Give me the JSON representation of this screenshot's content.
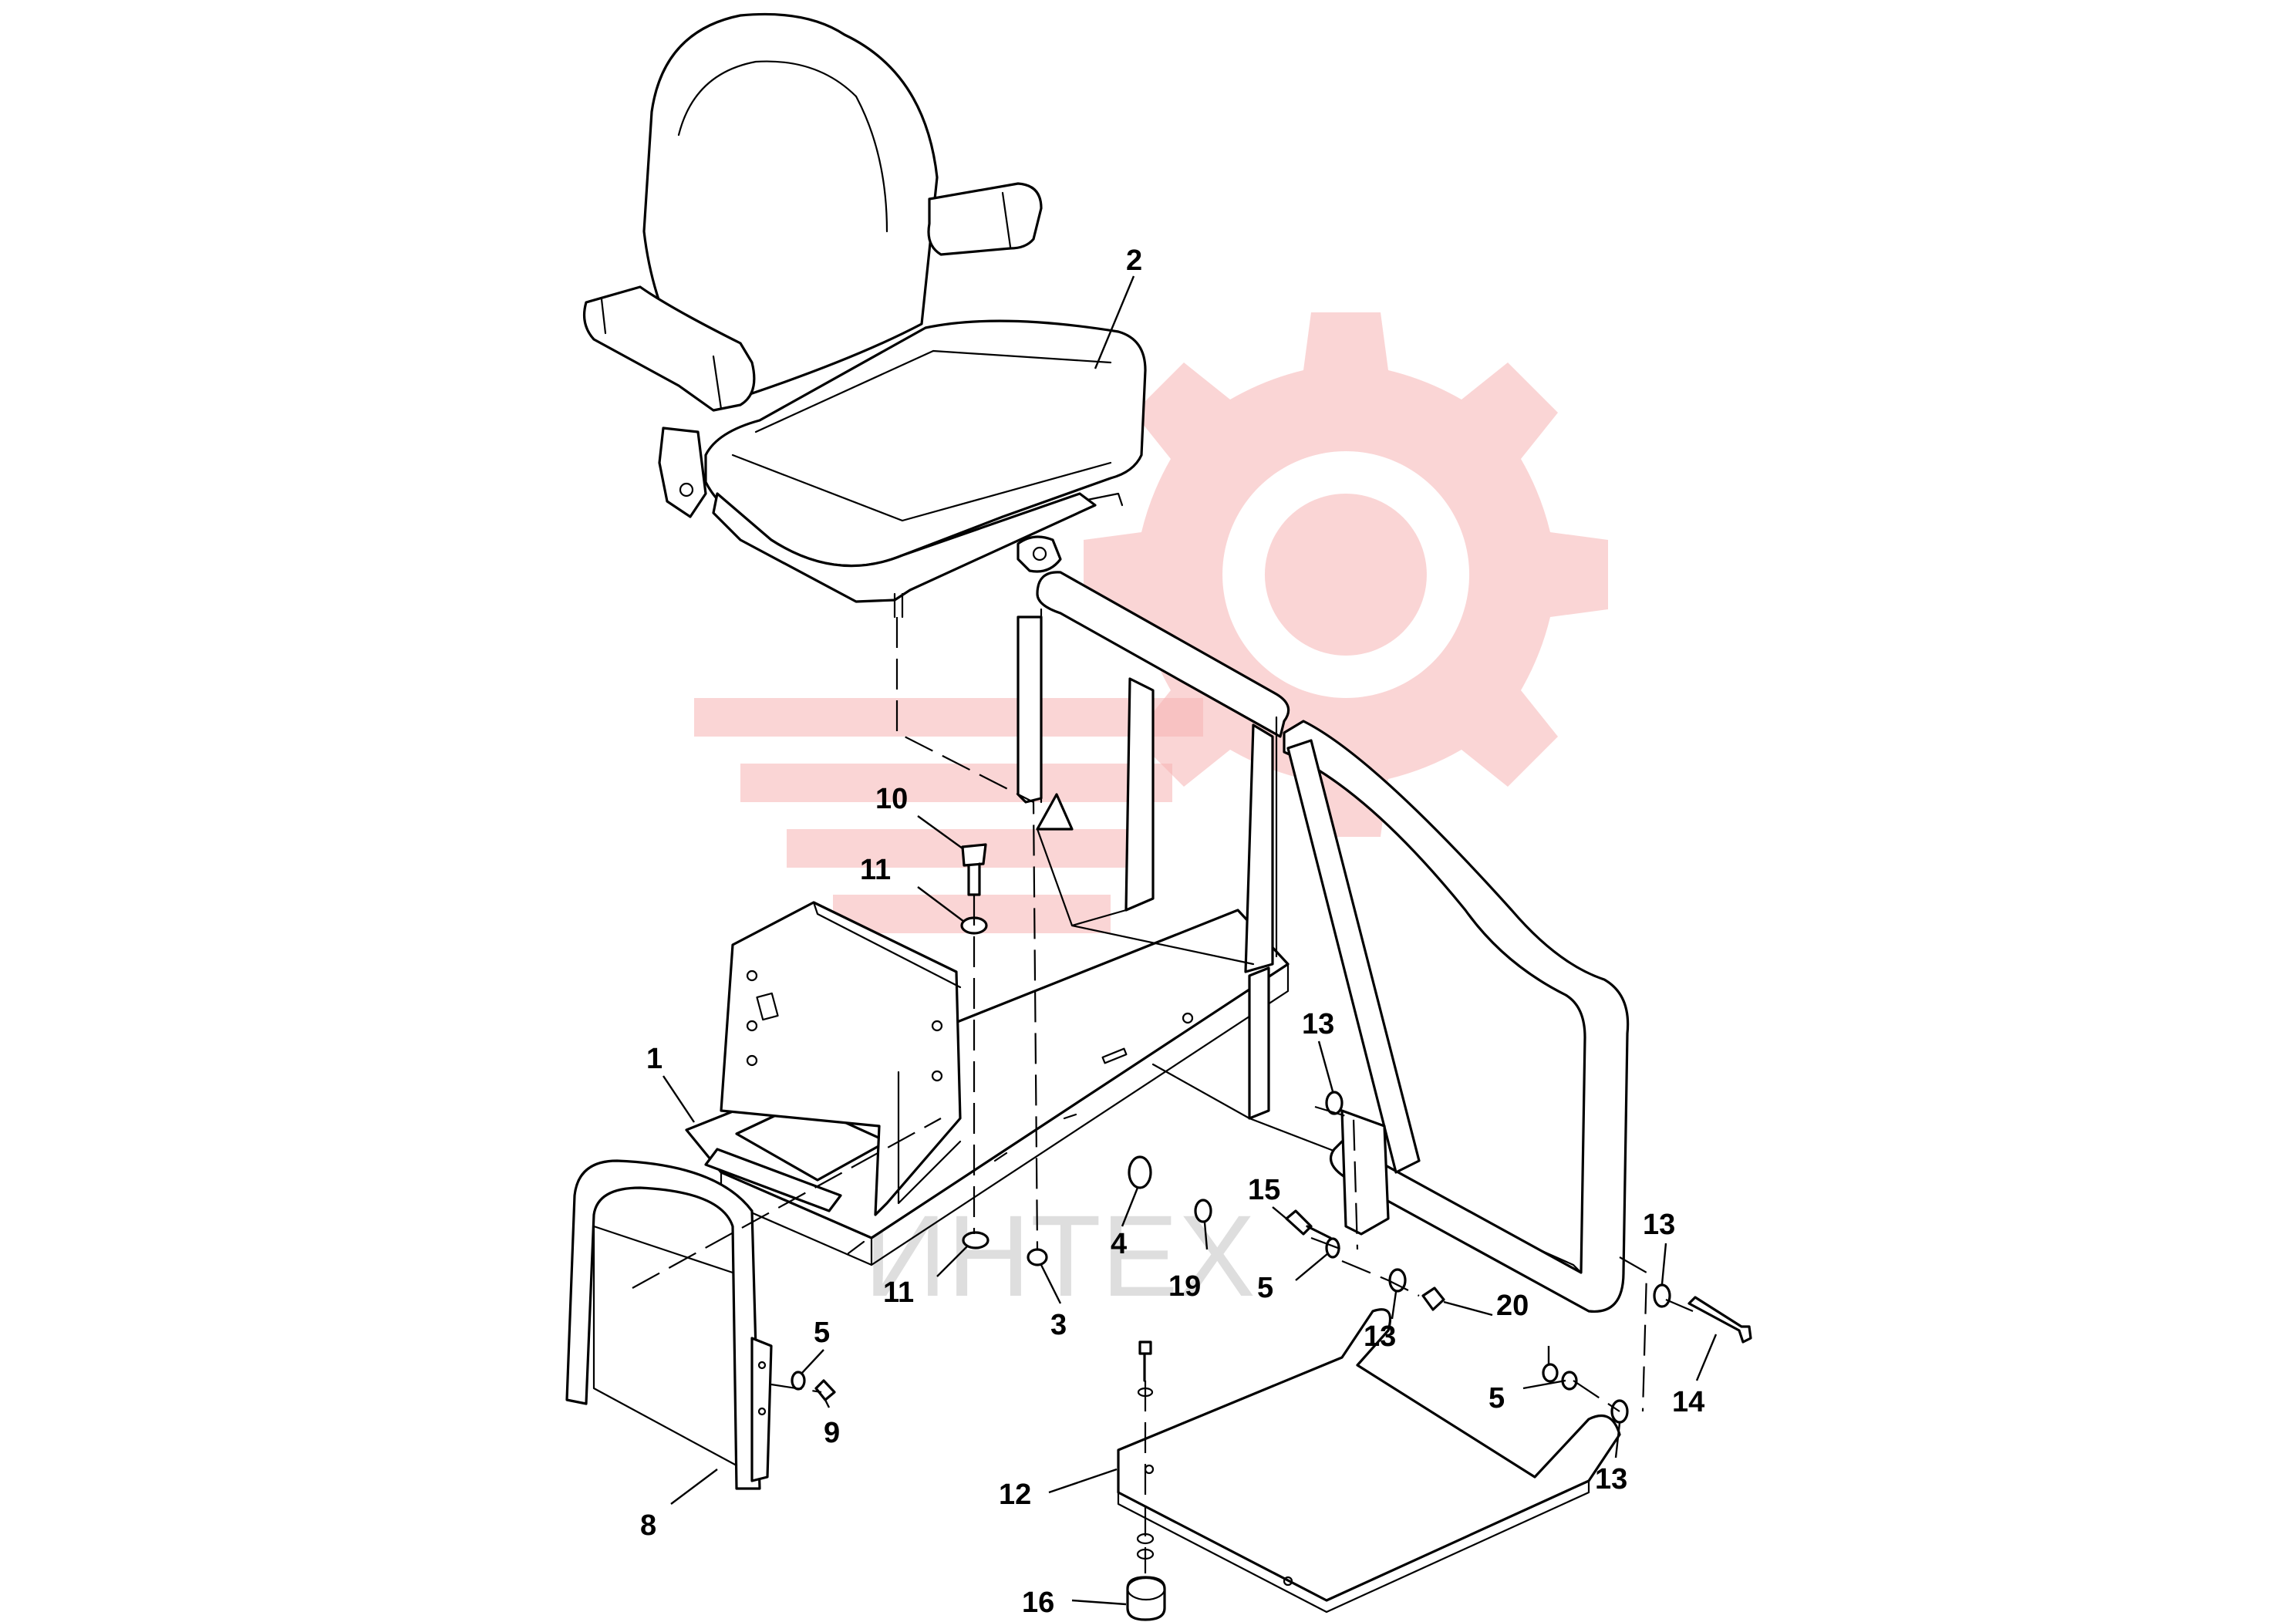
{
  "diagram": {
    "type": "exploded-parts-drawing",
    "watermark": {
      "text": "ИНТЕХ",
      "logo": "gear-logo",
      "color": "#f28c8c"
    },
    "callouts": [
      {
        "id": "c1",
        "label": "1"
      },
      {
        "id": "c2",
        "label": "2"
      },
      {
        "id": "c3",
        "label": "3"
      },
      {
        "id": "c4",
        "label": "4"
      },
      {
        "id": "c5a",
        "label": "5"
      },
      {
        "id": "c5b",
        "label": "5"
      },
      {
        "id": "c5c",
        "label": "5"
      },
      {
        "id": "c8",
        "label": "8"
      },
      {
        "id": "c9",
        "label": "9"
      },
      {
        "id": "c10",
        "label": "10"
      },
      {
        "id": "c11a",
        "label": "11"
      },
      {
        "id": "c11b",
        "label": "11"
      },
      {
        "id": "c12",
        "label": "12"
      },
      {
        "id": "c13a",
        "label": "13"
      },
      {
        "id": "c13b",
        "label": "13"
      },
      {
        "id": "c13c",
        "label": "13"
      },
      {
        "id": "c13d",
        "label": "13"
      },
      {
        "id": "c14",
        "label": "14"
      },
      {
        "id": "c15",
        "label": "15"
      },
      {
        "id": "c16",
        "label": "16"
      },
      {
        "id": "c19",
        "label": "19"
      },
      {
        "id": "c20",
        "label": "20"
      }
    ]
  }
}
